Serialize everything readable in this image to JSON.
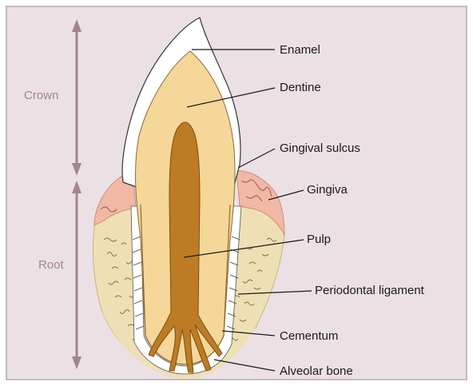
{
  "figure": {
    "side_labels": {
      "crown": "Crown",
      "root": "Root"
    },
    "labels": [
      {
        "id": "enamel",
        "text": "Enamel"
      },
      {
        "id": "dentine",
        "text": "Dentine"
      },
      {
        "id": "gingival_sulcus",
        "text": "Gingival sulcus"
      },
      {
        "id": "gingiva",
        "text": "Gingiva"
      },
      {
        "id": "pulp",
        "text": "Pulp"
      },
      {
        "id": "periodontal_ligament",
        "text": "Periodontal ligament"
      },
      {
        "id": "cementum",
        "text": "Cementum"
      },
      {
        "id": "alveolar_bone",
        "text": "Alveolar bone"
      }
    ],
    "colors": {
      "background": "#ebe1e5",
      "frame": "#b8a7ae",
      "enamel": "#ffffff",
      "dentine": "#f6d79a",
      "pulp": "#bd7c24",
      "gingiva": "#f1b8a6",
      "bone": "#efdfb5",
      "arrow": "#a48393",
      "ligament": "#ffffff"
    }
  }
}
